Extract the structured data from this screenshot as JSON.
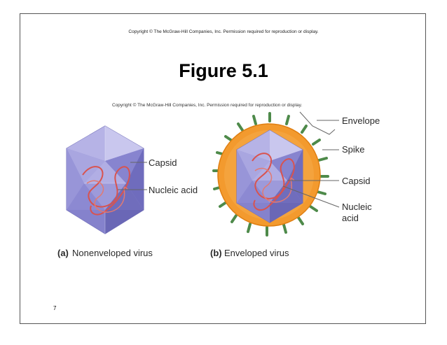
{
  "slide": {
    "copyright_top": "Copyright © The McGraw-Hill Companies, Inc. Permission required for reproduction or display.",
    "title": "Figure 5.1",
    "page_number": "7"
  },
  "figure": {
    "copyright": "Copyright © The McGraw-Hill Companies, Inc. Permission required for reproduction or display.",
    "panel_a": {
      "letter": "(a)",
      "caption": "Nonenveloped virus",
      "labels": {
        "capsid": "Capsid",
        "nucleic_acid": "Nucleic acid"
      }
    },
    "panel_b": {
      "letter": "(b)",
      "caption": "Enveloped virus",
      "labels": {
        "envelope": "Envelope",
        "spike": "Spike",
        "capsid": "Capsid",
        "nucleic_1": "Nucleic",
        "nucleic_2": "acid"
      }
    },
    "colors": {
      "capsid_light": "#c9c7ee",
      "capsid_mid": "#8f8cd4",
      "capsid_dark": "#6b68b8",
      "nucleic_acid": "#d9534f",
      "envelope": "#f39a2e",
      "spike": "#4e8a4a"
    }
  }
}
